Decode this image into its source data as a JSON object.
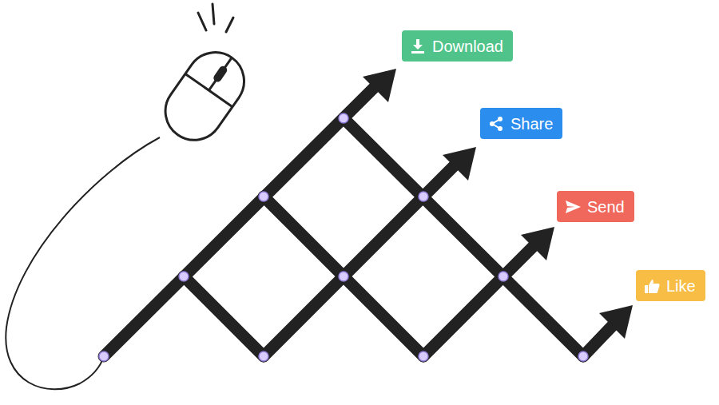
{
  "diagram": {
    "nodes": [
      {
        "text": [
          "Download"
        ]
      },
      {
        "text": [
          "Share"
        ]
      },
      {
        "text": [
          "Send"
        ]
      },
      {
        "text": [
          "Like"
        ]
      }
    ]
  }
}
